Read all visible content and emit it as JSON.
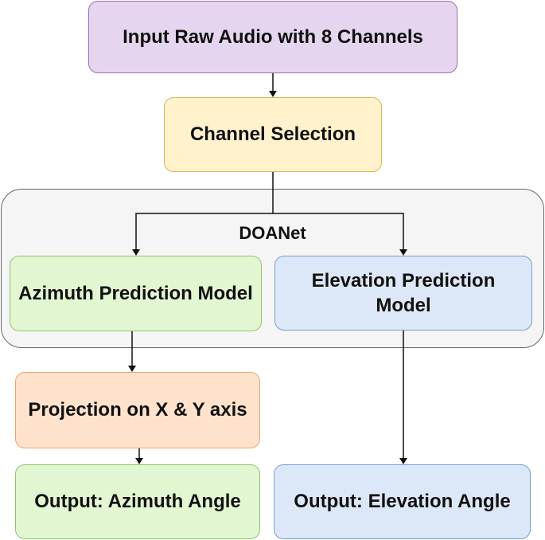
{
  "nodes": {
    "input": "Input Raw Audio with 8 Channels",
    "channel_selection": "Channel Selection",
    "azimuth_model": "Azimuth Prediction Model",
    "elevation_model": "Elevation Prediction Model",
    "projection": "Projection on X & Y axis",
    "output_azimuth": "Output: Azimuth Angle",
    "output_elevation": "Output: Elevation Angle"
  },
  "group": {
    "label": "DOANet"
  },
  "colors": {
    "input_fill": "#e6d5ef",
    "selection_fill": "#fff2cc",
    "azimuth_fill": "#e2f6d2",
    "elevation_fill": "#dce8f7",
    "projection_fill": "#ffe2cc",
    "group_fill": "#f5f5f5"
  }
}
